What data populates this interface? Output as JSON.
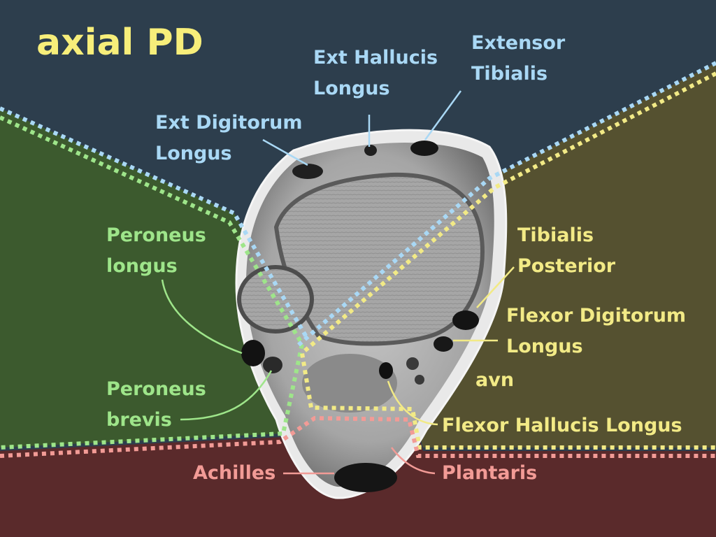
{
  "title": "axial PD",
  "colors": {
    "anterior_bg": "#2d3e4d",
    "lateral_bg": "#3c5a2e",
    "medial_bg": "#555130",
    "posterior_bg": "#5a2a2b",
    "anterior_text": "#a9d8f5",
    "lateral_text": "#9ee58a",
    "medial_text": "#f2ea86",
    "posterior_text": "#f29b96",
    "title_text": "#f7ee7a"
  },
  "compartments": {
    "anterior": [
      "Ext Hallucis",
      "Longus",
      "Extensor",
      "Tibialis",
      "Ext Digitorum",
      "Longus"
    ],
    "lateral": [
      "Peroneus",
      "longus",
      "Peroneus",
      "brevis"
    ],
    "medial": [
      "Tibialis",
      "Posterior",
      "Flexor Digitorum",
      "Longus",
      "avn",
      "Flexor Hallucis Longus"
    ],
    "posterior": [
      "Achilles",
      "Plantaris"
    ]
  }
}
